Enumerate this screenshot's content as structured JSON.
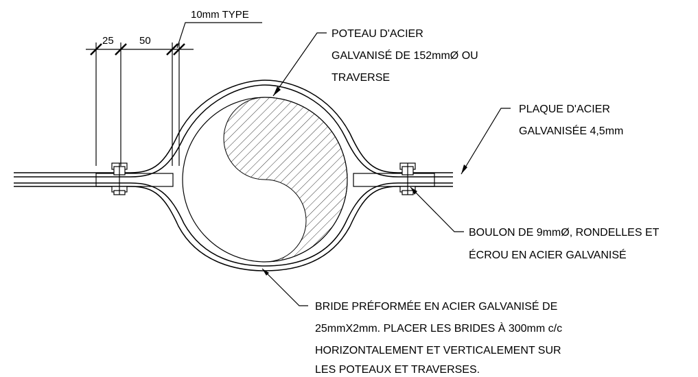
{
  "labels": {
    "bolt_type": "10mm TYPE",
    "dim_25": "25",
    "dim_50": "50",
    "post": [
      "POTEAU D'ACIER",
      "GALVANISÉ DE 152mmØ OU",
      "TRAVERSE"
    ],
    "plate": [
      "PLAQUE D'ACIER",
      "GALVANISÉE 4,5mm"
    ],
    "bolt": [
      "BOULON DE 9mmØ, RONDELLES ET",
      "ÉCROU EN ACIER GALVANISÉ"
    ],
    "bracket": [
      "BRIDE PRÉFORMÉE EN ACIER GALVANISÉ DE",
      "25mmX2mm. PLACER LES BRIDES À 300mm c/c",
      "HORIZONTALEMENT ET VERTICALEMENT SUR",
      "LES POTEAUX ET TRAVERSES."
    ]
  }
}
